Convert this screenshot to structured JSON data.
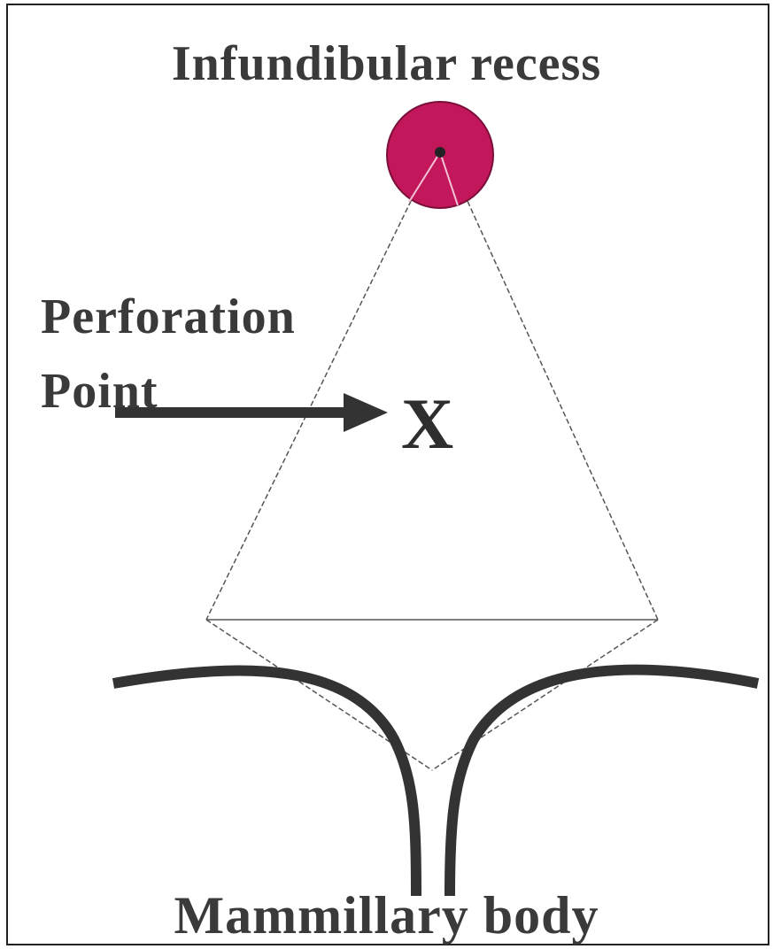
{
  "labels": {
    "infundibular_recess": "Infundibular recess",
    "perforation_point_line1": "Perforation",
    "perforation_point_line2": "Point",
    "target_marker": "X",
    "mammillary_body": "Mammillary body"
  },
  "colors": {
    "recess_fill": "#c2185b",
    "ink": "#333333",
    "thin_line": "#555555",
    "border": "#222222"
  },
  "icons": {
    "arrow": "right-arrow-icon",
    "recess": "filled-circle-marker"
  }
}
